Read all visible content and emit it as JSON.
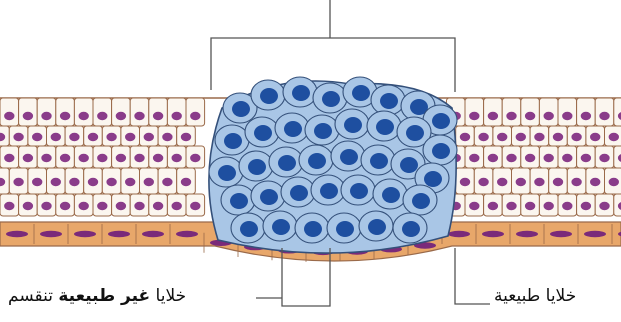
{
  "labels": {
    "normal": "خلايا طبيعية",
    "abnormal_prefix": "خلايا ",
    "abnormal_bold": "غير طبيعية",
    "abnormal_suffix": " تنقسم"
  },
  "colors": {
    "background": "#ffffff",
    "normal_cell_fill": "#fbf6ef",
    "normal_cell_border": "#9a6a4a",
    "normal_nucleus": "#8a3c8a",
    "basal_layer": "#e8a76a",
    "basal_nucleus": "#7a2a7a",
    "tumor_cell_fill": "#a9c6e6",
    "tumor_cell_border": "#34507a",
    "tumor_nucleus": "#1e4fa0",
    "leader_line": "#555555"
  }
}
